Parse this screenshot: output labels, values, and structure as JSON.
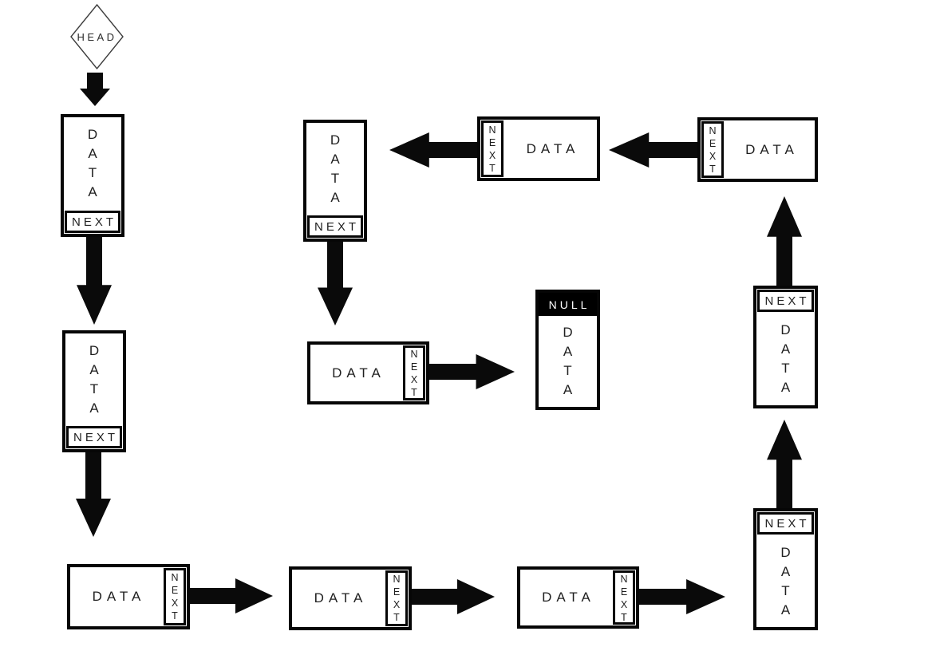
{
  "head": {
    "label": "HEAD"
  },
  "nodes": [
    {
      "id": "node-1",
      "data": "DATA",
      "next": "NEXT"
    },
    {
      "id": "node-2",
      "data": "DATA",
      "next": "NEXT"
    },
    {
      "id": "node-3",
      "data": "DATA",
      "next": "NEXT"
    },
    {
      "id": "node-4",
      "data": "DATA",
      "next": "NEXT"
    },
    {
      "id": "node-5",
      "data": "DATA",
      "next": "NEXT"
    },
    {
      "id": "node-6",
      "data": "DATA",
      "next": "NEXT"
    },
    {
      "id": "node-7",
      "data": "DATA",
      "next": "NEXT"
    },
    {
      "id": "node-8",
      "data": "DATA",
      "next": "NEXT"
    },
    {
      "id": "node-9",
      "data": "DATA",
      "next": "NEXT"
    },
    {
      "id": "node-10",
      "data": "DATA",
      "next": "NEXT"
    },
    {
      "id": "node-11",
      "data": "DATA",
      "next": "NEXT"
    },
    {
      "id": "node-12",
      "data": "DATA",
      "header": "NULL"
    }
  ],
  "colors": {
    "line": "#0a0a0a",
    "border": "#060606",
    "text": "#1f1f1f",
    "null_bg": "#000000",
    "null_text": "#ffffff",
    "background": "#ffffff"
  }
}
